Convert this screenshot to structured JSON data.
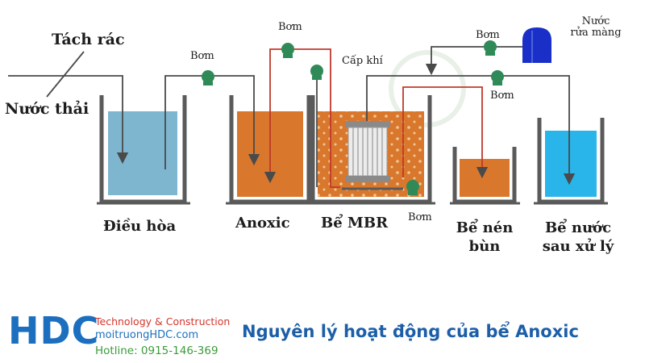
{
  "labels": {
    "screen_input": "Tách rác",
    "wastewater": "Nước thải",
    "pump_1": "Bơm",
    "pump_2": "Bơm",
    "pump_3": "Bơm",
    "pump_4": "Bơm",
    "pump_5": "Bơm",
    "air_supply": "Cấp khí",
    "membrane_wash_line1": "Nước",
    "membrane_wash_line2": "rửa màng"
  },
  "tanks": {
    "equalization": "Điều hòa",
    "anoxic": "Anoxic",
    "mbr": "Bể MBR",
    "sludge_line1": "Bể nén",
    "sludge_line2": "bùn",
    "treated_line1": "Bể nước",
    "treated_line2": "sau xử lý"
  },
  "colors": {
    "equalization_water": "#7fb6cf",
    "anoxic_water": "#d9782c",
    "treated_water": "#29b5ea",
    "pump": "#2f8a57",
    "wash_tank": "#1a2fc8",
    "brand_blue": "#1c6fbf",
    "brand_green": "#3b9b3b"
  },
  "footer": {
    "logo": "HDC",
    "tagline": "Technology & Construction",
    "website": "moitruongHDC.com",
    "hotline": "Hotline: 0915-146-369",
    "caption": "Nguyên lý hoạt động của bể Anoxic"
  }
}
